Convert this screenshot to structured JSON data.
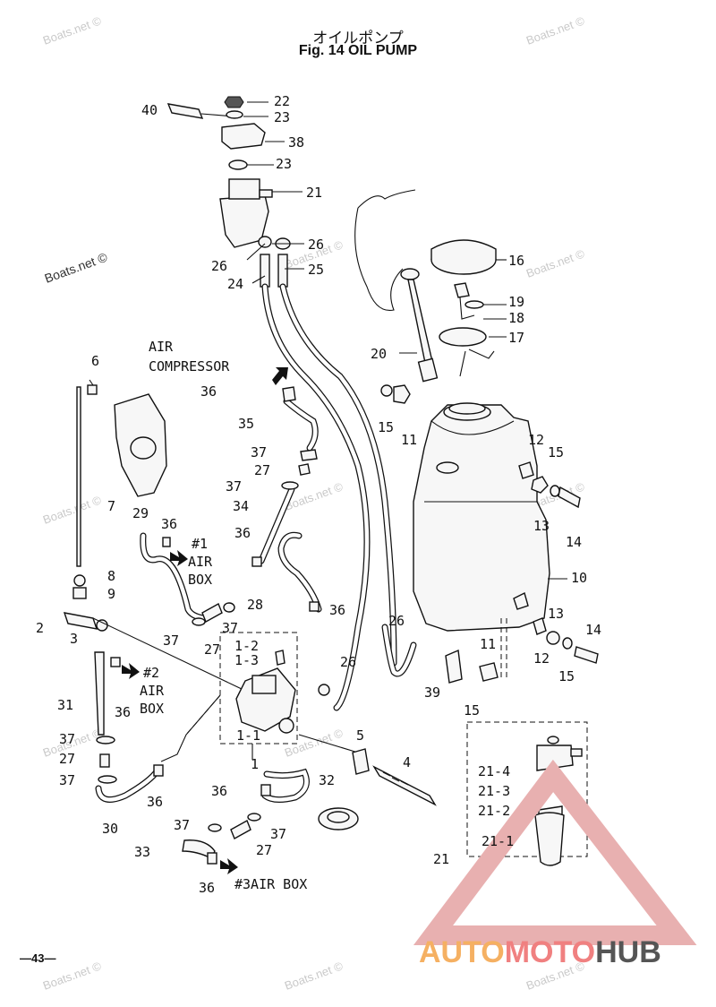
{
  "header": {
    "title_jp": "オイルポンプ",
    "title_en": "Fig. 14   OIL PUMP"
  },
  "footer": {
    "page_number": "—43—"
  },
  "annotations": {
    "air_compressor_line1": "AIR",
    "air_compressor_line2": "COMPRESSOR",
    "air_box_1_line1": "#1",
    "air_box_1_line2": "AIR",
    "air_box_1_line3": "BOX",
    "air_box_2_line1": "#2",
    "air_box_2_line2": "AIR",
    "air_box_2_line3": "BOX",
    "air_box_3": "#3AIR BOX"
  },
  "watermark": {
    "text": "Boats.net ©",
    "logo_text": "AUTOMOTOHUB",
    "logo_colors": {
      "auto": "#f5b062",
      "moto": "#f08080",
      "hub": "#555555",
      "triangle": "#e8b0b0"
    }
  },
  "callouts": {
    "c40": "40",
    "c22": "22",
    "c23a": "23",
    "c38": "38",
    "c23b": "23",
    "c21": "21",
    "c26a": "26",
    "c26b": "26",
    "c24": "24",
    "c25": "25",
    "c16": "16",
    "c19": "19",
    "c18": "18",
    "c17": "17",
    "c20": "20",
    "c6": "6",
    "c36a": "36",
    "c35": "35",
    "c15a": "15",
    "c11a": "11",
    "c12a": "12",
    "c15b": "15",
    "c37a": "37",
    "c27a": "27",
    "c37b": "37",
    "c34": "34",
    "c13a": "13",
    "c14a": "14",
    "c7": "7",
    "c29": "29",
    "c36b": "36",
    "c36c": "36",
    "c10": "10",
    "c8": "8",
    "c28": "28",
    "c36d": "36",
    "c9": "9",
    "c2": "2",
    "c3": "3",
    "c37c": "37",
    "c27b": "27",
    "c37d": "37",
    "c26c": "26",
    "c13b": "13",
    "c14b": "14",
    "c1_2": "1-2",
    "c1_3": "1-3",
    "c11b": "11",
    "c12b": "12",
    "c15c": "15",
    "c26d": "26",
    "c39": "39",
    "c31": "31",
    "c36e": "36",
    "c15d": "15",
    "c37e": "37",
    "c27c": "27",
    "c1_1": "1-1",
    "c5": "5",
    "c1": "1",
    "c37f": "37",
    "c36f": "36",
    "c4": "4",
    "c21_4": "21-4",
    "c32": "32",
    "c36g": "36",
    "c21_3": "21-3",
    "c30": "30",
    "c21_2": "21-2",
    "c37g": "37",
    "c37h": "37",
    "c21_1": "21-1",
    "c27d": "27",
    "c33": "33",
    "c21b": "21",
    "c36h": "36"
  }
}
